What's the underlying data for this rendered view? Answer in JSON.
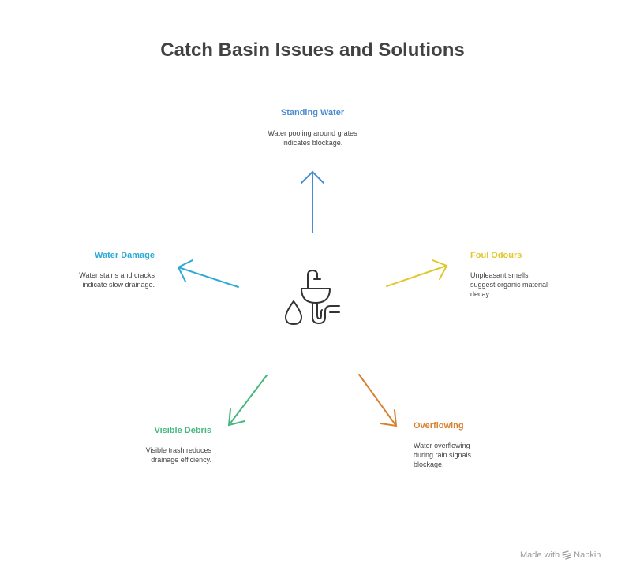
{
  "title": "Catch Basin Issues and Solutions",
  "center_icon": "sink-with-drain-pipe-and-droplet-icon",
  "nodes": {
    "standing_water": {
      "title": "Standing Water",
      "description": "Water pooling around grates indicates blockage.",
      "color": "#4a8bd0"
    },
    "foul_odours": {
      "title": "Foul Odours",
      "description": "Unpleasant smells suggest organic material decay.",
      "color": "#e0c72a"
    },
    "overflowing": {
      "title": "Overflowing",
      "description": "Water overflowing during rain signals blockage.",
      "color": "#d9802e"
    },
    "visible_debris": {
      "title": "Visible Debris",
      "description": "Visible trash reduces drainage efficiency.",
      "color": "#44b87e"
    },
    "water_damage": {
      "title": "Water Damage",
      "description": "Water stains and cracks indicate slow drainage.",
      "color": "#2eaad4"
    }
  },
  "footer": {
    "made_with": "Made with",
    "brand": "Napkin",
    "icon": "napkin-logo-icon"
  }
}
